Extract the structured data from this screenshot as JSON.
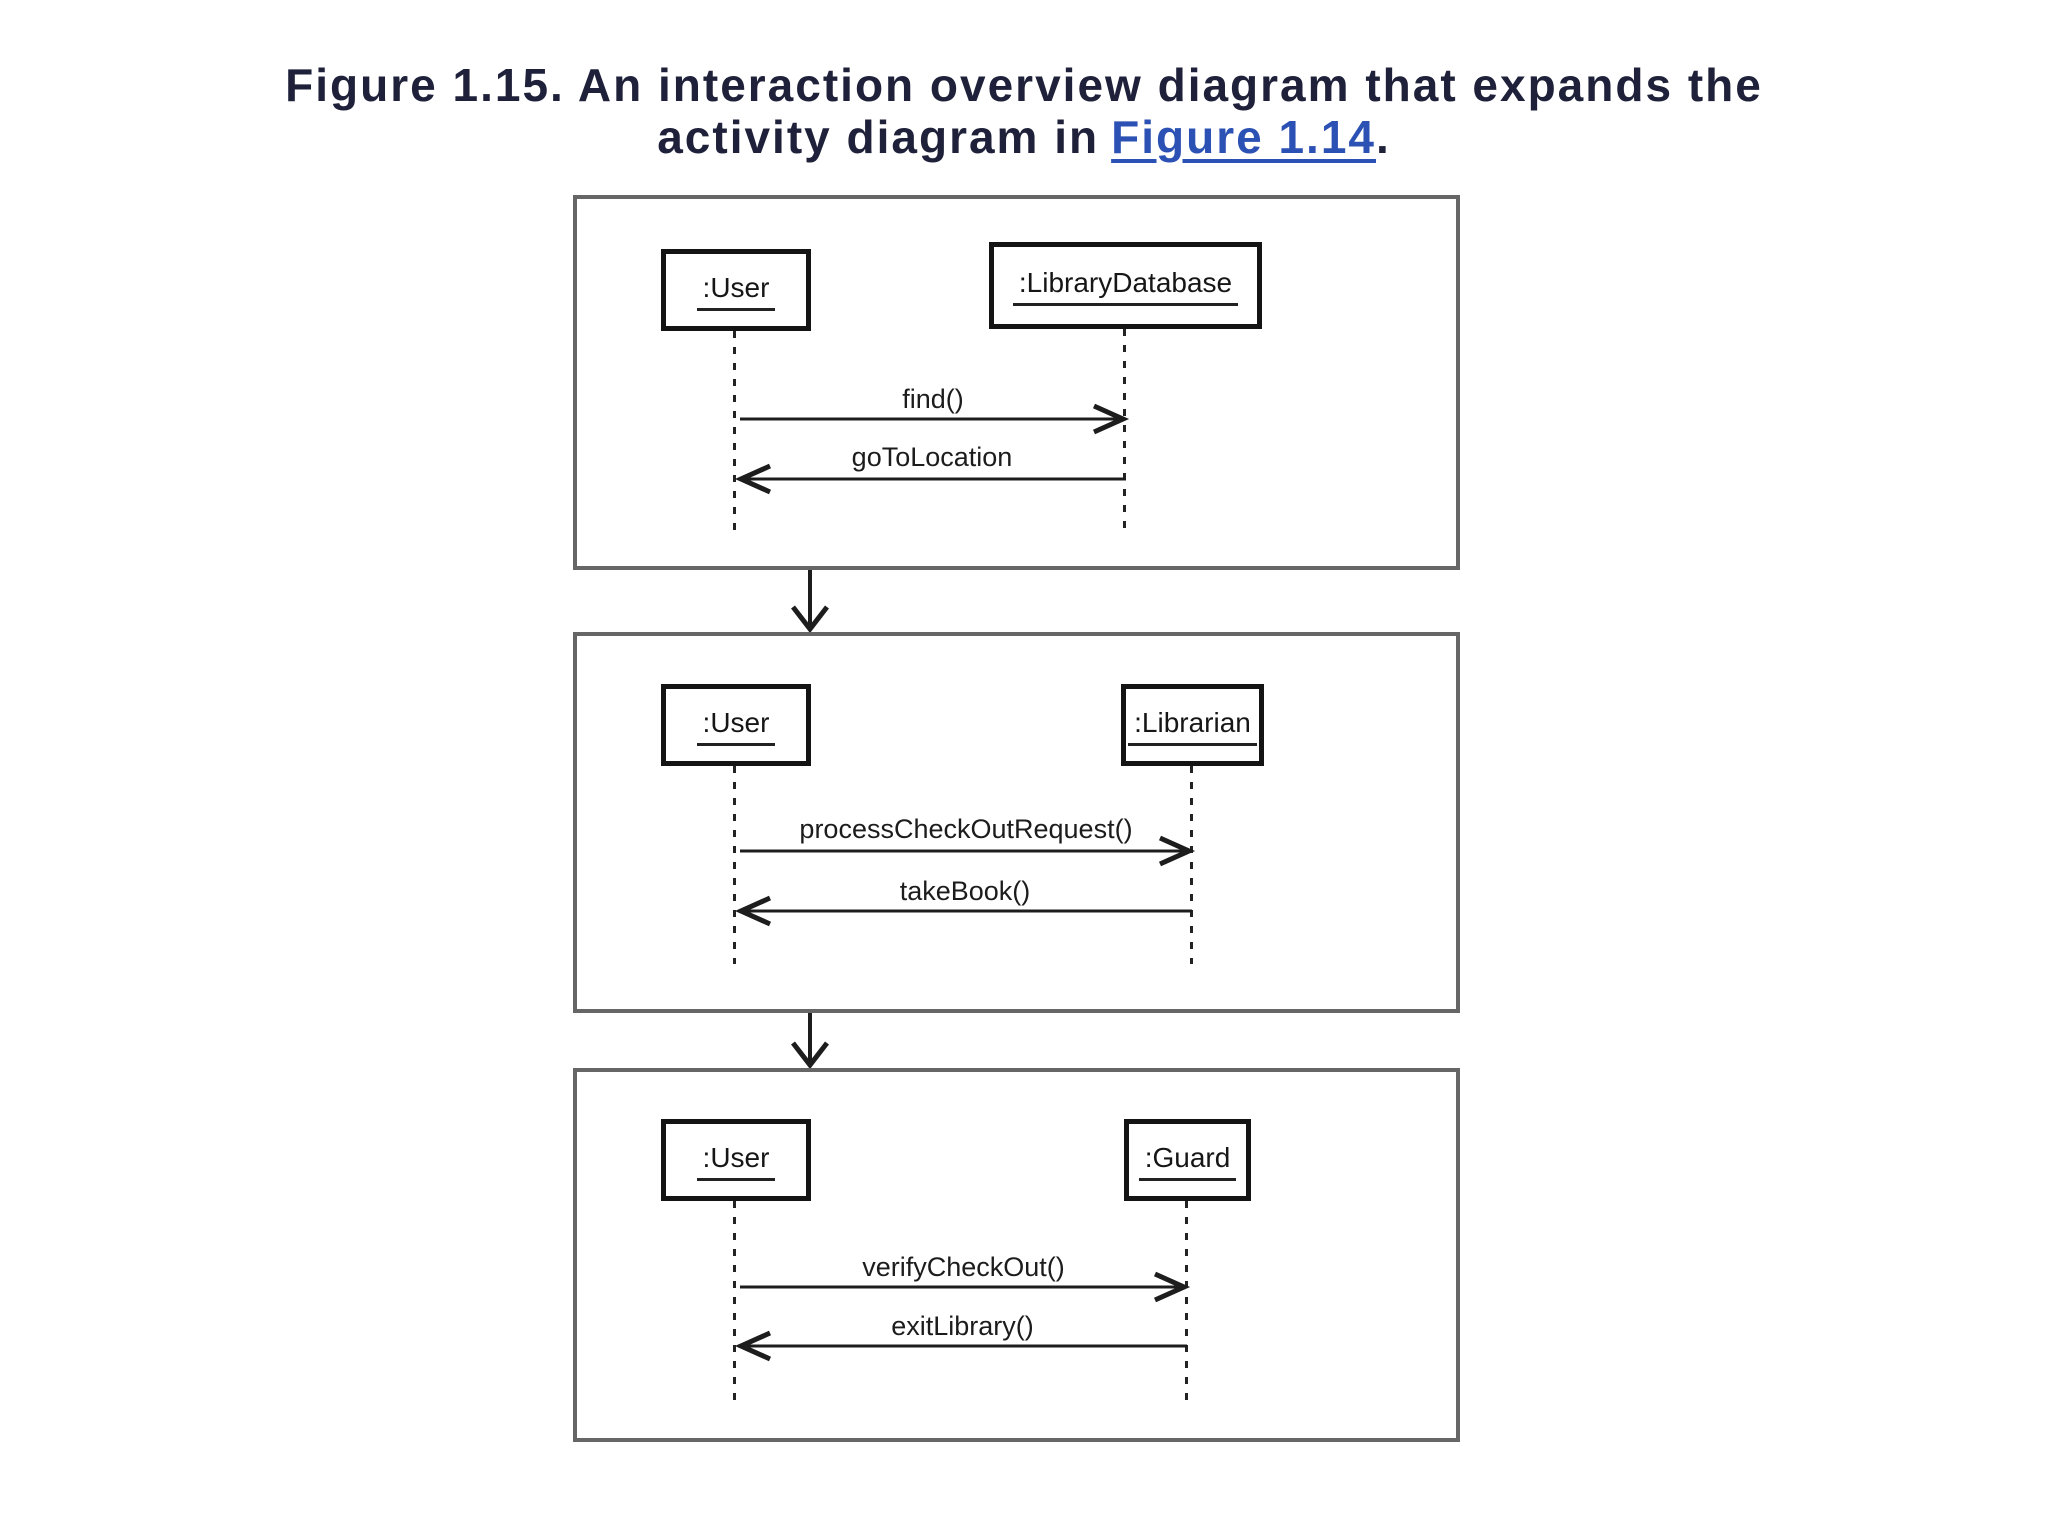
{
  "figure_caption": {
    "line1": "Figure 1.15. An interaction overview diagram that expands the",
    "line2_prefix": "activity diagram in",
    "link_label": "Figure 1.14",
    "line2_suffix": "."
  },
  "colors": {
    "caption_text": "#1e2139",
    "link_blue": "#2c51b4",
    "frame_border": "#666666",
    "diagram_ink": "#1d1d1d"
  },
  "diagram": {
    "type": "uml-interaction-overview",
    "frames": [
      {
        "lifelines": [
          ":User",
          ":LibraryDatabase"
        ],
        "messages": [
          {
            "label": "find()",
            "from": ":User",
            "to": ":LibraryDatabase",
            "direction": "right"
          },
          {
            "label": "goToLocation",
            "from": ":LibraryDatabase",
            "to": ":User",
            "direction": "left"
          }
        ]
      },
      {
        "lifelines": [
          ":User",
          ":Librarian"
        ],
        "messages": [
          {
            "label": "processCheckOutRequest()",
            "from": ":User",
            "to": ":Librarian",
            "direction": "right"
          },
          {
            "label": "takeBook()",
            "from": ":Librarian",
            "to": ":User",
            "direction": "left"
          }
        ]
      },
      {
        "lifelines": [
          ":User",
          ":Guard"
        ],
        "messages": [
          {
            "label": "verifyCheckOut()",
            "from": ":User",
            "to": ":Guard",
            "direction": "right"
          },
          {
            "label": "exitLibrary()",
            "from": ":Guard",
            "to": ":User",
            "direction": "left"
          }
        ]
      }
    ]
  }
}
